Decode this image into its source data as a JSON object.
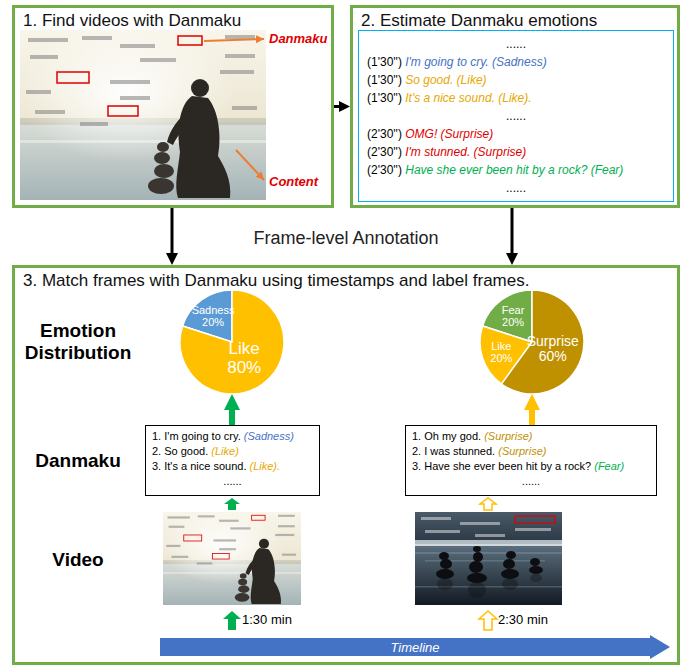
{
  "diagram": {
    "nodes": [
      {
        "text": [
          "1. Find videos with Danmaku"
        ]
      },
      {
        "text": [
          "2. Estimate Danmaku emotions"
        ]
      },
      {
        "text": [
          "......",
          "(1'30'') I'm going to cry. (Sadness)",
          "(1'30'') So good. (Like)",
          "(1'30'') It's a nice sound. (Like).",
          "......",
          "(2'30'') OMG! (Surprise)",
          "(2'30'') I'm stunned. (Surprise)",
          "(2'30'') Have she ever been hit by a rock? (Fear)",
          "......"
        ],
        "in": 1
      },
      {
        "text": [
          "3. Match frames with Danmaku using timestamps and label frames."
        ]
      },
      {
        "text": [
          "Sadness 20%",
          "Like 80%"
        ],
        "in": 3
      },
      {
        "text": [
          "Fear 20%",
          "Like 20%",
          "Surprise 60%"
        ],
        "in": 3
      },
      {
        "text": [
          "1. I'm going to cry. (Sadness)",
          "2. So good. (Like)",
          "3. It's a nice sound. (Like).",
          "......"
        ],
        "in": 3
      },
      {
        "text": [
          "1. Oh my god. (Surprise)",
          "2. I was stunned. (Surprise)",
          "3. Have she ever been hit by a rock? (Fear)",
          "......"
        ],
        "in": 3
      },
      {
        "text": [
          "Timeline"
        ],
        "in": 3
      }
    ],
    "edges": [
      {
        "from": 0,
        "to": 1,
        "arrow": "to"
      },
      {
        "from": 0,
        "to": 3,
        "arrow": "to"
      },
      {
        "from": 1,
        "to": 3,
        "arrow": "to"
      },
      {
        "from": 6,
        "to": 4,
        "arrow": "to"
      },
      {
        "from": 7,
        "to": 5,
        "arrow": "to"
      }
    ],
    "labels": [
      "Danmaku",
      "Content",
      "Frame-level Annotation",
      "Emotion Distribution",
      "Danmaku",
      "Video",
      "1:30 min",
      "2:30 min"
    ]
  }
}
